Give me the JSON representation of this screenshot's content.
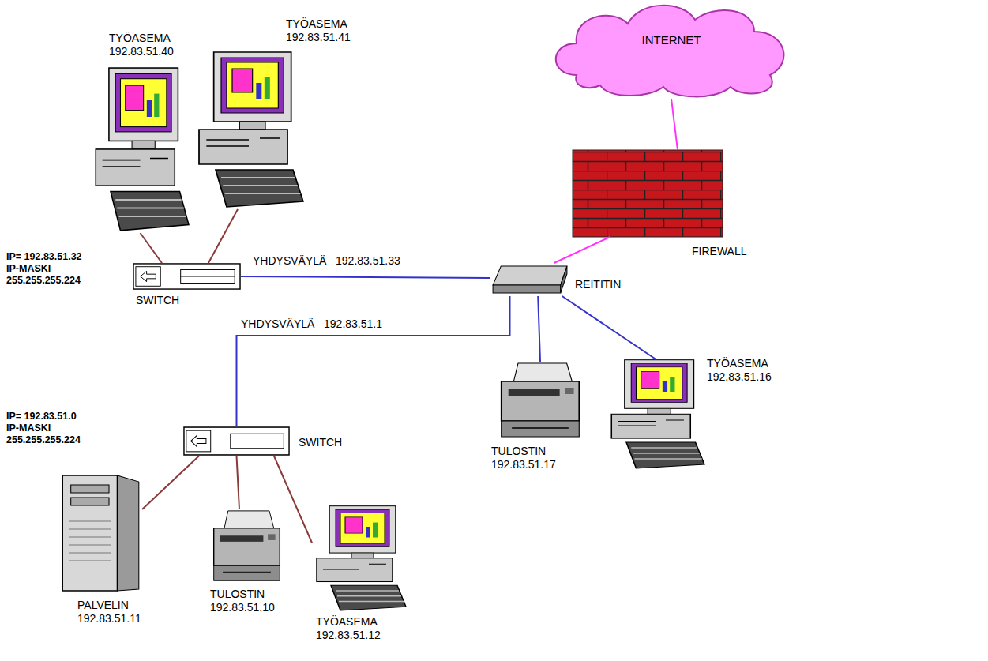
{
  "diagram": {
    "nodes": [
      {
        "text": [
          "TYÖASEMA 192.83.51.40"
        ]
      },
      {
        "text": [
          "TYÖASEMA 192.83.51.41"
        ]
      },
      {
        "text": [
          "IP= 192.83.51.32",
          "IP-MASKI 255.255.255.224",
          "SWITCH"
        ]
      },
      {
        "text": [
          "REITITIN"
        ]
      },
      {
        "text": [
          "FIREWALL"
        ]
      },
      {
        "text": [
          "INTERNET"
        ]
      },
      {
        "text": [
          "IP= 192.83.51.0",
          "IP-MASKI 255.255.255.224",
          "SWITCH"
        ]
      },
      {
        "text": [
          "PALVELIN 192.83.51.11"
        ]
      },
      {
        "text": [
          "TULOSTIN 192.83.51.10"
        ]
      },
      {
        "text": [
          "TYÖASEMA 192.83.51.12"
        ]
      },
      {
        "text": [
          "TULOSTIN 192.83.51.17"
        ]
      },
      {
        "text": [
          "TYÖASEMA 192.83.51.16"
        ]
      }
    ],
    "edges": [
      {
        "from": 0,
        "to": 2,
        "arrow": "none"
      },
      {
        "from": 1,
        "to": 2,
        "arrow": "none"
      },
      {
        "from": 2,
        "to": 3,
        "label": "YHDYSVÄYLÄ   192.83.51.33",
        "arrow": "none"
      },
      {
        "from": 6,
        "to": 3,
        "label": "YHDYSVÄYLÄ   192.83.51.1",
        "arrow": "none"
      },
      {
        "from": 3,
        "to": 4,
        "arrow": "none"
      },
      {
        "from": 4,
        "to": 5,
        "arrow": "none"
      },
      {
        "from": 3,
        "to": 10,
        "arrow": "none"
      },
      {
        "from": 3,
        "to": 11,
        "arrow": "none"
      },
      {
        "from": 6,
        "to": 7,
        "arrow": "none"
      },
      {
        "from": 6,
        "to": 8,
        "arrow": "none"
      },
      {
        "from": 6,
        "to": 9,
        "arrow": "none"
      }
    ]
  }
}
